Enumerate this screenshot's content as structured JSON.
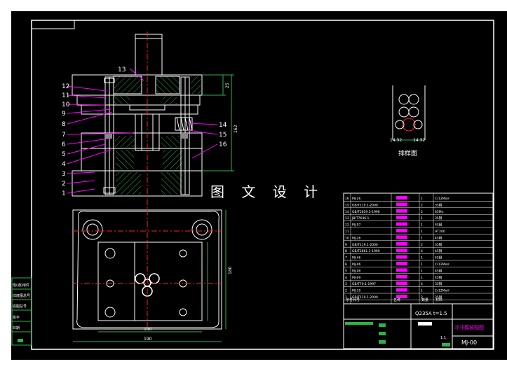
{
  "colors": {
    "background": "#000000",
    "outline": "#ffffff",
    "centerline": "#ff2020",
    "dimension": "#00ff00",
    "magenta": "#ff00ff",
    "yellow": "#ffff00",
    "hatch": "#00ff00"
  },
  "watermark": "图 文 设 计",
  "layout_label": "排样图",
  "strip_dims": [
    "14.32",
    "14.32"
  ],
  "part_numbers": [
    "12",
    "11",
    "10",
    "9",
    "8",
    "7",
    "6",
    "5",
    "4",
    "3",
    "2",
    "1"
  ],
  "right_part_numbers": [
    "14",
    "15",
    "16"
  ],
  "top_number": "13",
  "side_dims": [
    "25",
    "162"
  ],
  "plan_dims": {
    "inner_width": "180",
    "outer_width": "190",
    "height": "180"
  },
  "material_note": "Q235A  t=1.5",
  "drawing_title": "冷冲模装配图",
  "drawing_code": "MJ-00",
  "scale": "1:1",
  "bom": [
    {
      "no": "16",
      "code": "MJ-26",
      "qty": "1",
      "mat": "Cr12MoV"
    },
    {
      "no": "15",
      "code": "GB/T119.1-2000",
      "qty": "2",
      "mat": "35钢"
    },
    {
      "no": "14",
      "code": "GB/T2859.5-1996",
      "qty": "2",
      "mat": "65Mn"
    },
    {
      "no": "13",
      "code": "JB/T7646.1",
      "qty": "1",
      "mat": "35钢"
    },
    {
      "no": "12",
      "code": "MJ-07",
      "qty": "1",
      "mat": "45钢"
    },
    {
      "no": "11",
      "code": "",
      "qty": "1",
      "mat": "HT200"
    },
    {
      "no": "10",
      "code": "MJ-26",
      "qty": "1",
      "mat": "45钢"
    },
    {
      "no": "9",
      "code": "GB/T119.1-2000",
      "qty": "2",
      "mat": "35钢"
    },
    {
      "no": "8",
      "code": "GB/T2861.1-1990",
      "qty": "4",
      "mat": "45钢"
    },
    {
      "no": "7",
      "code": "MJ-46",
      "qty": "1",
      "mat": "45钢"
    },
    {
      "no": "6",
      "code": "MJ-06",
      "qty": "1",
      "mat": "Cr12MoV"
    },
    {
      "no": "5",
      "code": "MJ-08",
      "qty": "1",
      "mat": "45钢"
    },
    {
      "no": "4",
      "code": "MJ-09",
      "qty": "1",
      "mat": "45钢"
    },
    {
      "no": "3",
      "code": "GB/T70.1-1997",
      "qty": "4",
      "mat": "35钢"
    },
    {
      "no": "2",
      "code": "MJ-10",
      "qty": "1",
      "mat": "Cr12MoV"
    },
    {
      "no": "1",
      "code": "GB/T119.1-2000",
      "qty": "2",
      "mat": "35钢"
    }
  ],
  "bom_headers": [
    "序号",
    "代号",
    "名称",
    "数量",
    "材料"
  ],
  "left_stamp": [
    "借(通)用件",
    "旧底图总号",
    "底图总号",
    "签字",
    "日期"
  ]
}
